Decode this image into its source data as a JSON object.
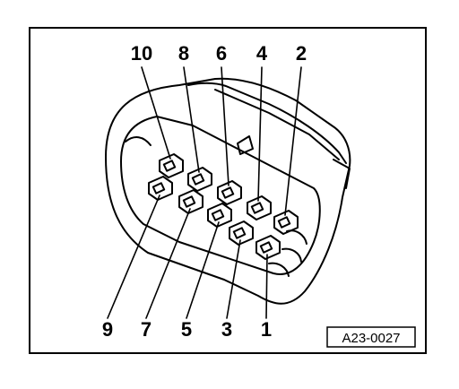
{
  "figure": {
    "reference_code": "A23-0027",
    "pins_top": [
      "10",
      "8",
      "6",
      "4",
      "2"
    ],
    "pins_bottom": [
      "9",
      "7",
      "5",
      "3",
      "1"
    ]
  },
  "colors": {
    "ink": "#000000",
    "background": "#ffffff"
  }
}
